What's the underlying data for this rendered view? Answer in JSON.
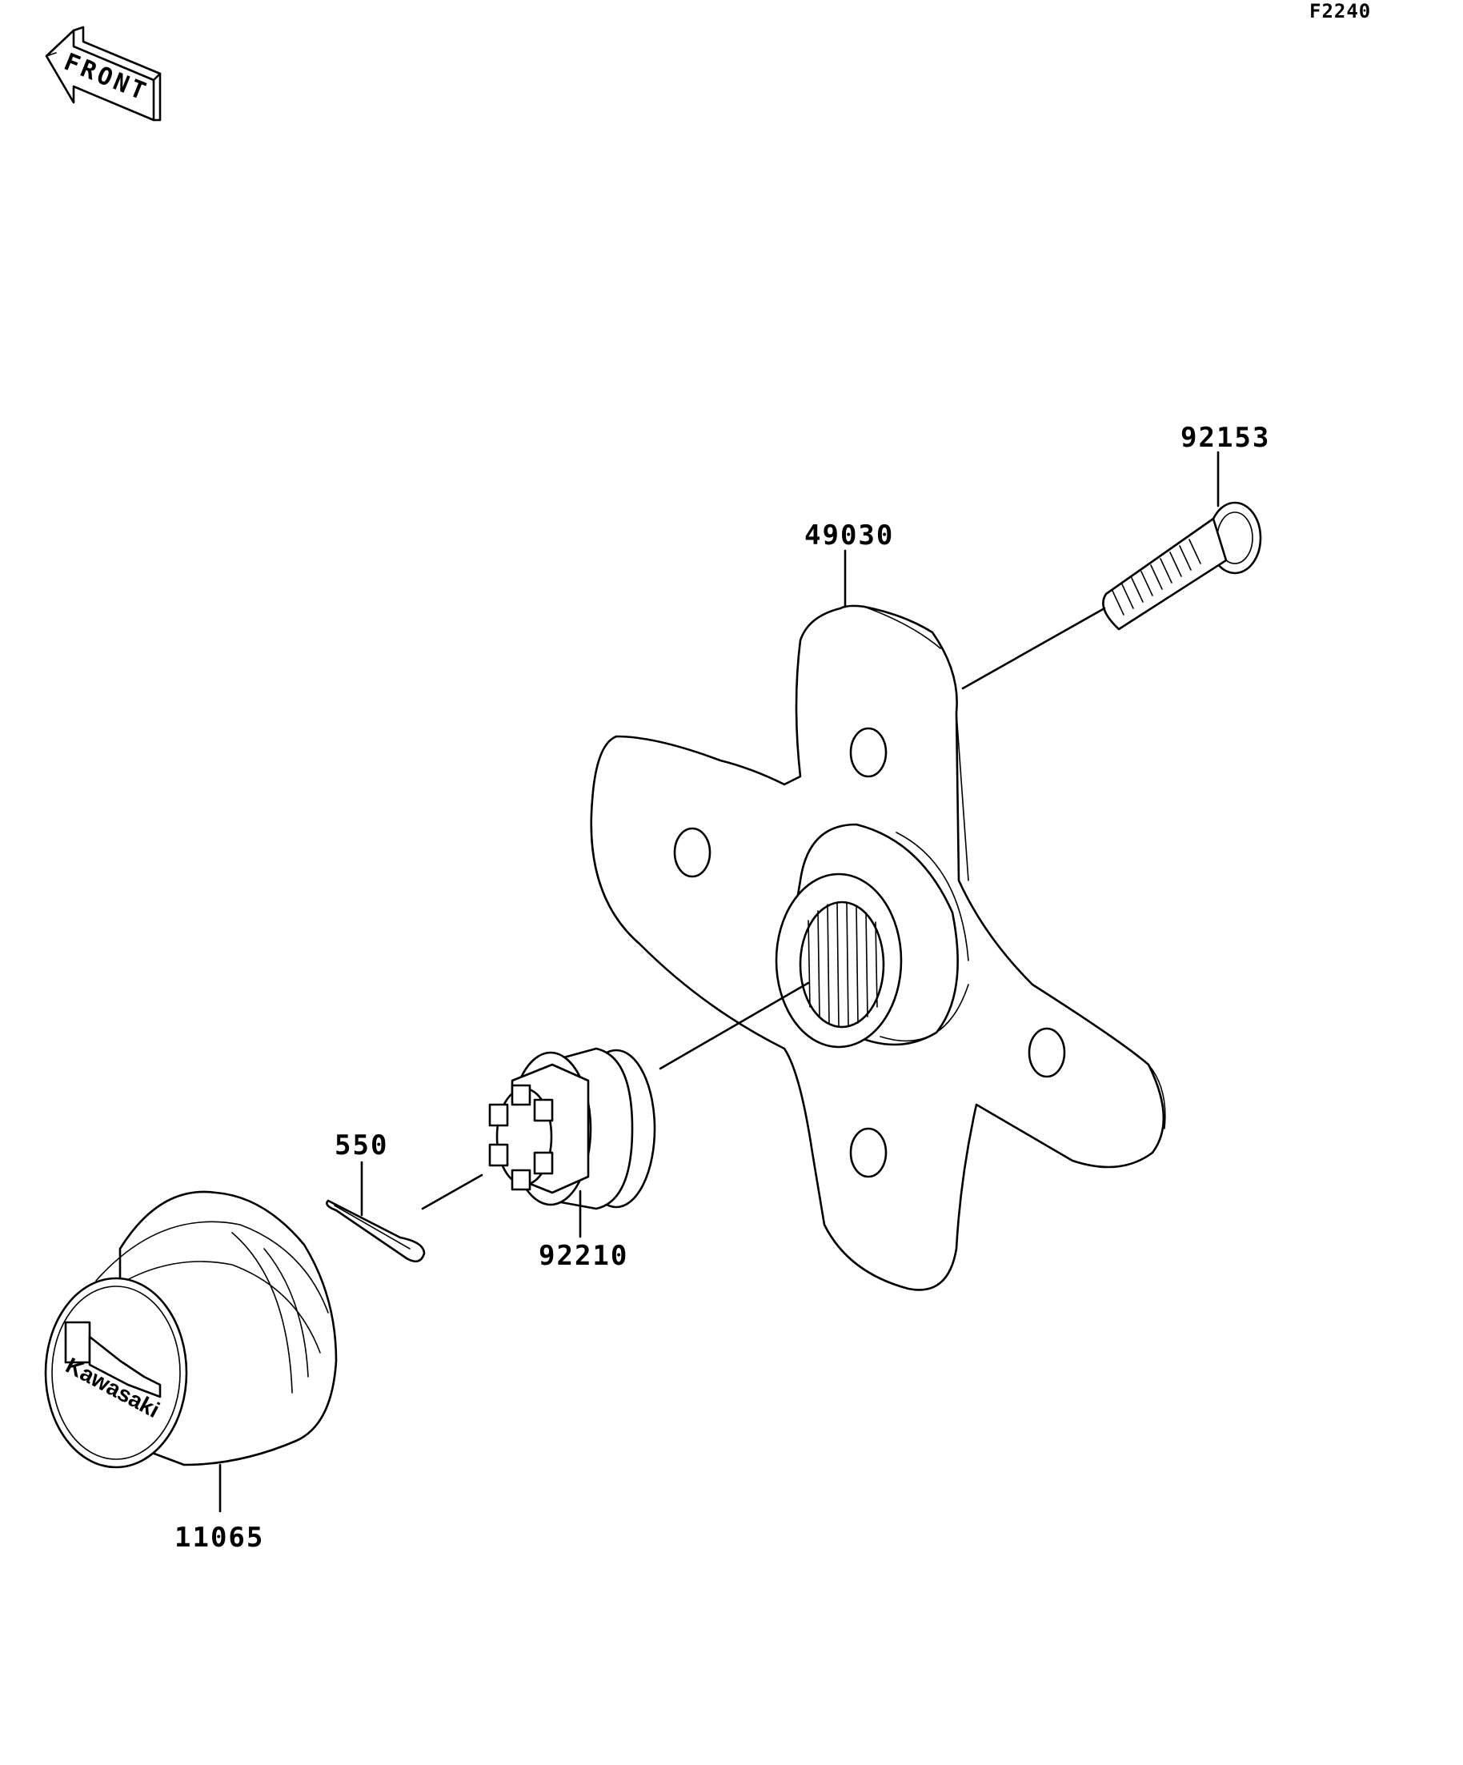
{
  "figure_code": "F2240",
  "front_arrow_text": "FRONT",
  "logo_text": "Kawasaki",
  "parts": [
    {
      "number": "92153"
    },
    {
      "number": "49030"
    },
    {
      "number": "550"
    },
    {
      "number": "92210"
    },
    {
      "number": "11065"
    }
  ]
}
